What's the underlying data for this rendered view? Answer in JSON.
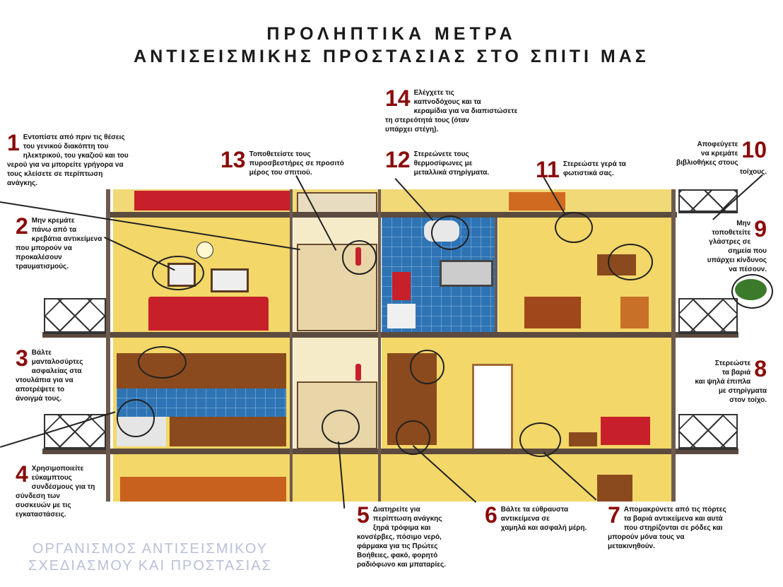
{
  "title": {
    "line1": "ΠΡΟΛΗΠΤΙΚΑ ΜΕΤΡΑ",
    "line2": "ΑΝΤΙΣΕΙΣΜΙΚΗΣ ΠΡΟΣΤΑΣΙΑΣ ΣΤΟ ΣΠΙΤΙ ΜΑΣ"
  },
  "notes": [
    {
      "num": "1",
      "text": "Εντοπίστε από πριν τις θέσεις\nτου γενικού διακόπτη του\nηλεκτρικού, του γκαζιού και του\nνερού για να μπορείτε γρήγορα να\nτους κλείσετε σε περίπτωση\nανάγκης."
    },
    {
      "num": "2",
      "text": "Μην κρεμάτε\nπάνω από τα\nκρεβάτια αντικείμενα\nπου μπορούν να\nπροκαλέσουν\nτραυματισμούς."
    },
    {
      "num": "3",
      "text": "Βάλτε\nμανταλοσύρτες\nασφαλείας στα\nντουλάπια για να\nαποτρέψετε το\nάνοιγμά τους."
    },
    {
      "num": "4",
      "text": "Χρησιμοποιείτε\nεύκαμπτους\nσυνδέσμους για τη\nσύνδεση των\nσυσκευών με τις\nεγκαταστάσεις."
    },
    {
      "num": "5",
      "text": "Διατηρείτε για\nπερίπτωση ανάγκης\nξηρά τρόφιμα και\nκονσέρβες, πόσιμο νερό,\nφάρμακα για τις Πρώτες\nΒοήθειες, φακό, φορητό\nραδιόφωνο και μπαταρίες."
    },
    {
      "num": "6",
      "text": "Βάλτε τα εύθραυστα\nαντικείμενα σε\nχαμηλά και ασφαλή μέρη."
    },
    {
      "num": "7",
      "text": "Απομακρύνετε από τις πόρτες\nτα βαριά αντικείμενα και αυτά\nπου στηρίζονται σε ρόδες και\nμπορούν μόνα τους να\nμετακινηθούν."
    },
    {
      "num": "8",
      "text": "Στερεώστε\nτα βαριά\nκαι ψηλά έπιπλα\nμε στηρίγματα\nστον τοίχο."
    },
    {
      "num": "9",
      "text": "Μην\nτοποθετείτε\nγλάστρες σε\nσημεία που\nυπάρχει κίνδυνος\nνα πέσουν."
    },
    {
      "num": "10",
      "text": "Αποφεύγετε\nνα κρεμάτε\nβιβλιοθήκες στους\nτοίχους."
    },
    {
      "num": "11",
      "text": "Στερεώστε γερά τα\nφωτιστικά σας."
    },
    {
      "num": "12",
      "text": "Στερεώνετε τους\nθερμοσίφωνες με\nμεταλλικά στηρίγματα."
    },
    {
      "num": "13",
      "text": "Τοποθετείστε τους\nπυροσβεστήρες σε προσιτό\nμέρος του σπιτιού."
    },
    {
      "num": "14",
      "text": "Ελέγχετε τις\nκαπνοδόχους και τα\nκεραμίδια για να διαπιστώσετε\nτη στερεότητά τους (όταν\nυπάρχει στέγη)."
    }
  ],
  "watermark": "ΟΡΓΑΝΙΣΜΟΣ ΑΝΤΙΣΕΙΣΜΙΚΟΥ\nΣΧΕΔΙΑΣΜΟΥ ΚΑΙ ΠΡΟΣΤΑΣΙΑΣ",
  "colors": {
    "number": "#8a0a0a",
    "wall": "#f3d768",
    "tiles": "#2e74b5"
  }
}
